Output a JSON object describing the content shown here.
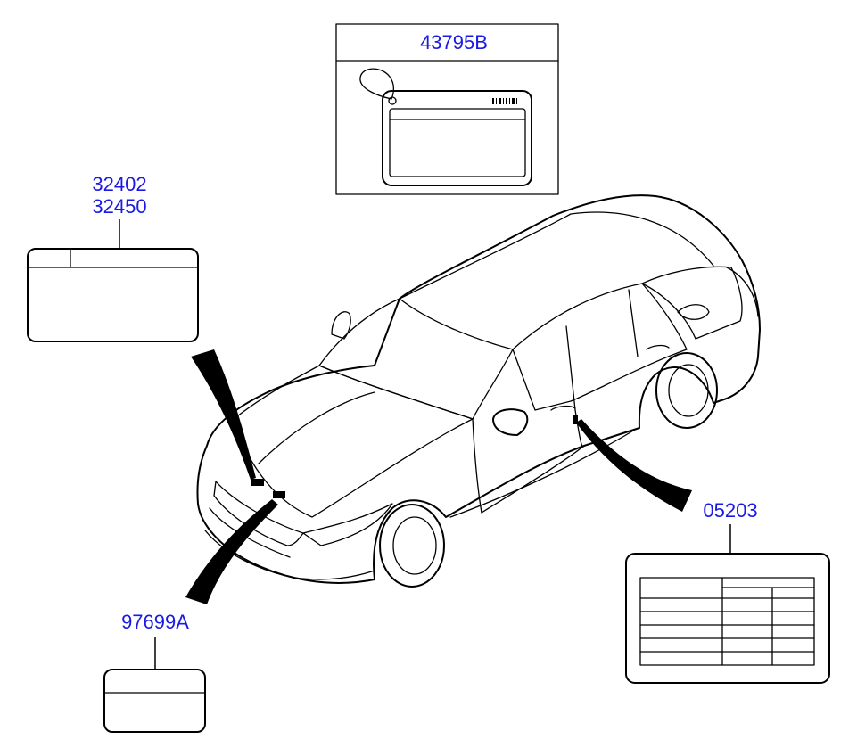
{
  "parts": [
    {
      "id": "hang-tag",
      "labels": [
        "43795B"
      ]
    },
    {
      "id": "emission-label",
      "labels": [
        "32402",
        "32450"
      ]
    },
    {
      "id": "tire-label",
      "labels": [
        "05203"
      ]
    },
    {
      "id": "hood-label",
      "labels": [
        "97699A"
      ]
    }
  ],
  "colors": {
    "label_text": "#1a1ae6",
    "line": "#000000",
    "background": "#ffffff"
  }
}
